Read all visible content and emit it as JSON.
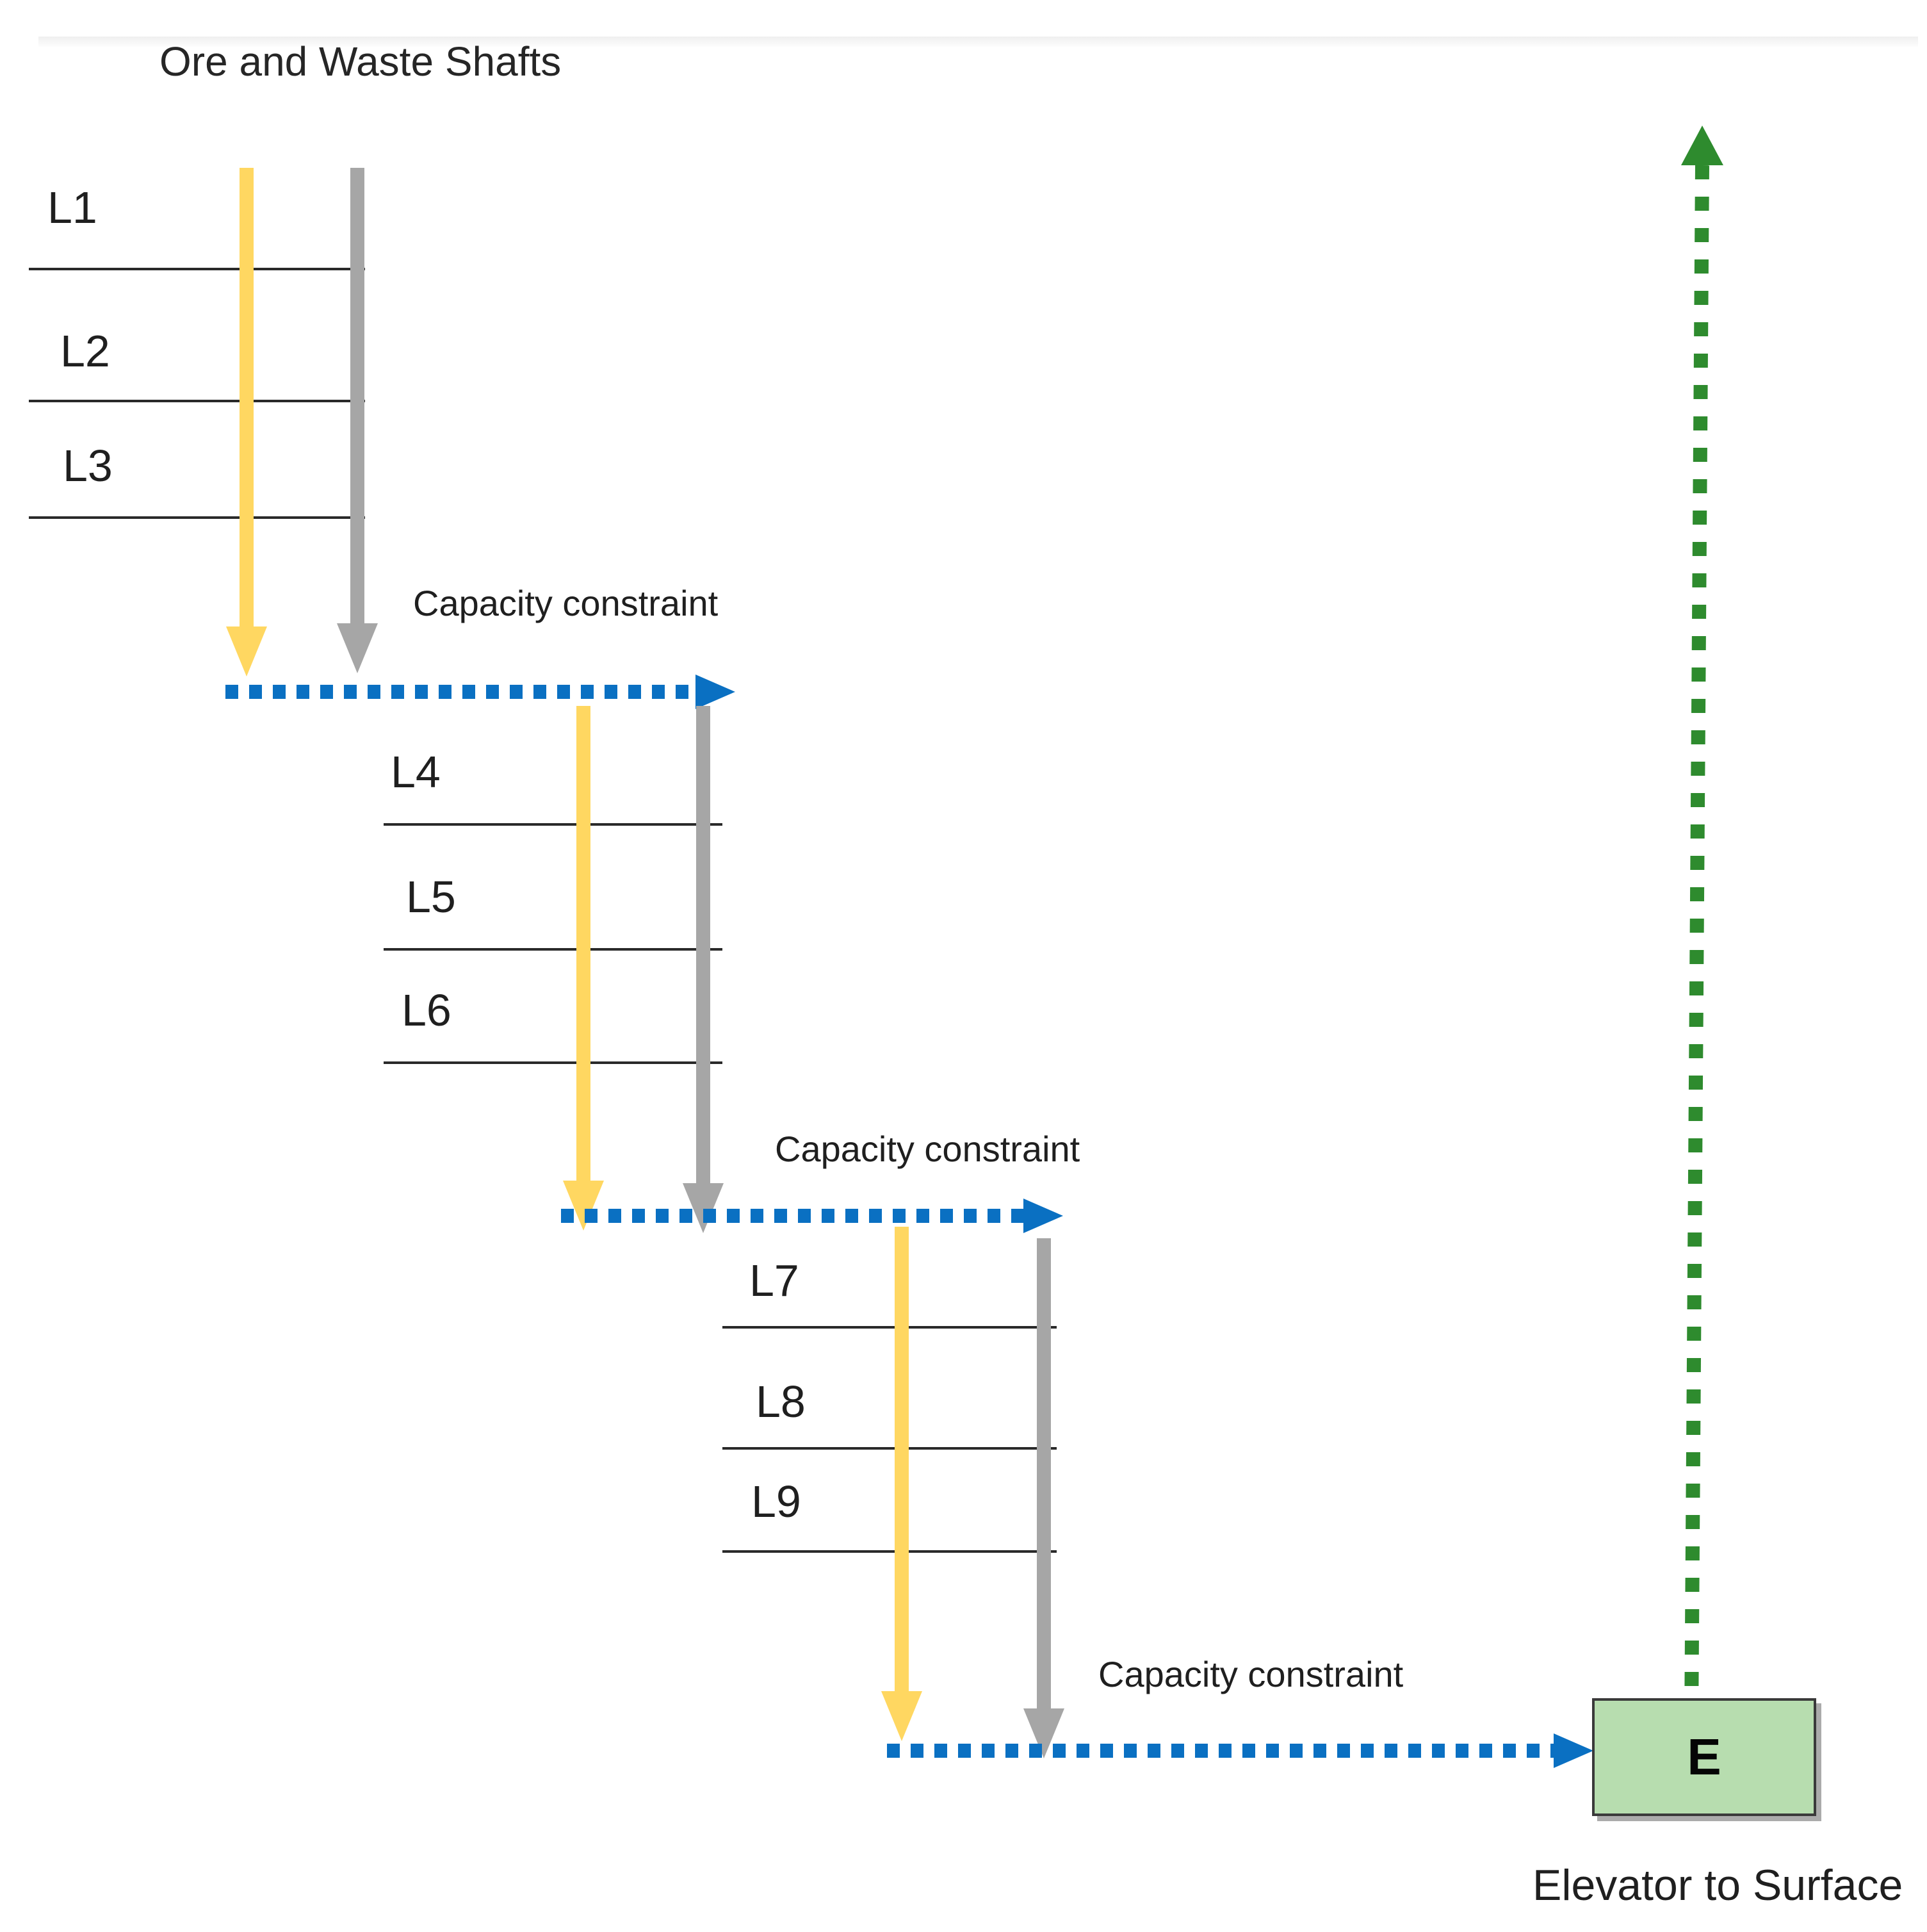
{
  "diagram": {
    "title": "Ore and Waste Shafts",
    "levels": [
      {
        "label": "L1"
      },
      {
        "label": "L2"
      },
      {
        "label": "L3"
      },
      {
        "label": "L4"
      },
      {
        "label": "L5"
      },
      {
        "label": "L6"
      },
      {
        "label": "L7"
      },
      {
        "label": "L8"
      },
      {
        "label": "L9"
      }
    ],
    "capacity_constraints": [
      {
        "label": "Capacity constraint"
      },
      {
        "label": "Capacity constraint"
      },
      {
        "label": "Capacity constraint"
      }
    ],
    "elevator": {
      "box_label": "E",
      "caption": "Elevator to Surface"
    },
    "colors": {
      "ore_shaft": "#FFD761",
      "waste_shaft": "#A6A6A6",
      "capacity_arrow": "#0A70C2",
      "elevator_path": "#2E8B2E",
      "elevator_box_fill": "#B7DDAF",
      "elevator_box_border": "#3A3A3A",
      "level_line": "#2A2A2A",
      "text": "#1F1F1F"
    }
  }
}
